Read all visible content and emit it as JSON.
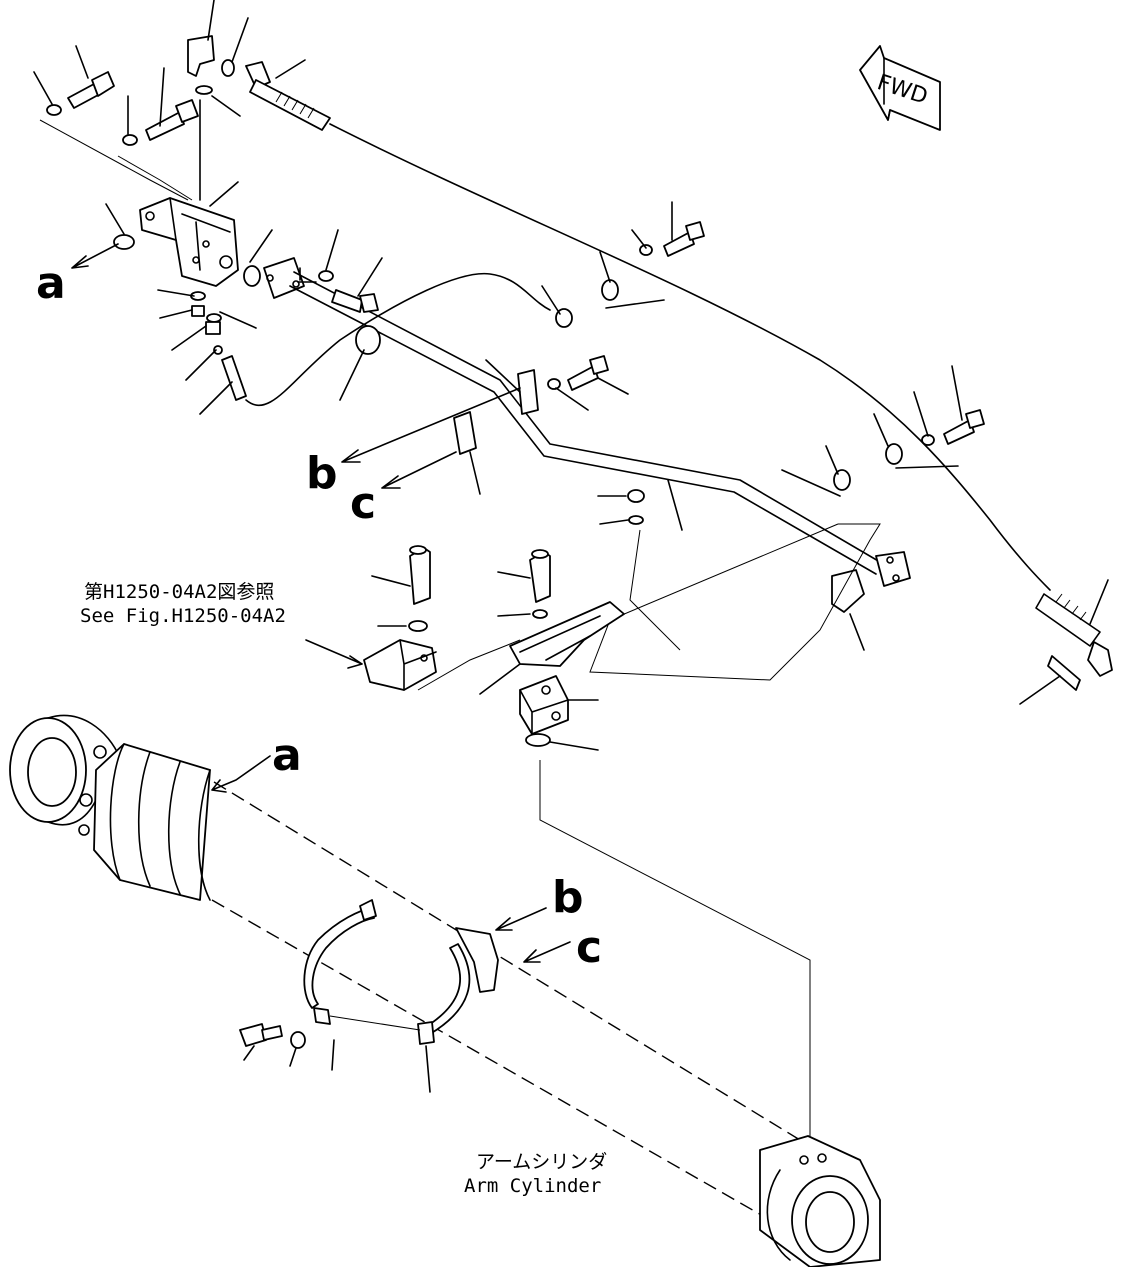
{
  "reference_note": {
    "line1": "第H1250-04A2図参照",
    "line2": "See Fig.H1250-04A2"
  },
  "part_label": {
    "line1": "アームシリンダ",
    "line2": "Arm Cylinder"
  },
  "direction_marker": "FWD",
  "view_letters": {
    "a_top": "a",
    "b_top": "b",
    "c_top": "c",
    "a_bottom": "a",
    "b_bottom": "b",
    "c_bottom": "c"
  }
}
